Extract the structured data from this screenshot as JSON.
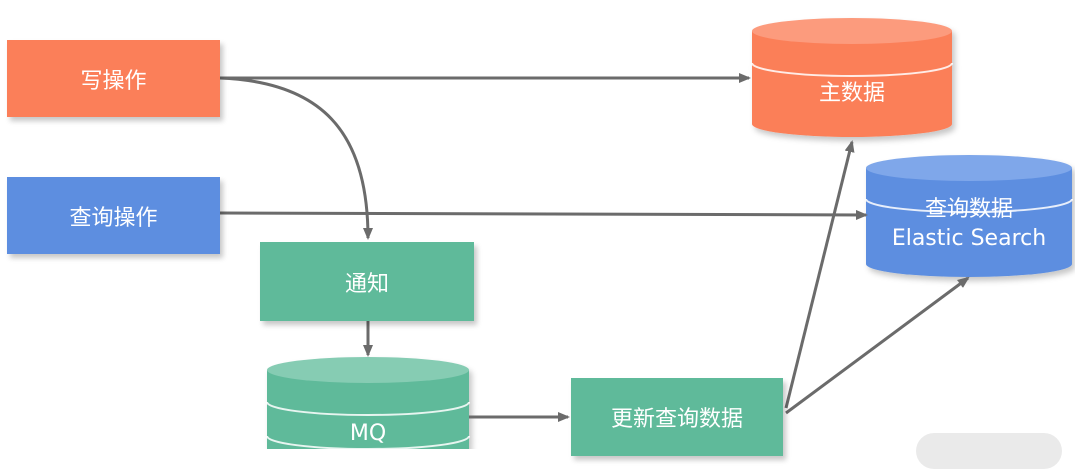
{
  "nodes": {
    "write_op": "写操作",
    "query_op": "查询操作",
    "notify": "通知",
    "mq": "MQ",
    "update_query": "更新查询数据",
    "main_db": "主数据",
    "query_db_line1": "查询数据",
    "query_db_line2": "Elastic Search"
  },
  "colors": {
    "write": "#fb7f59",
    "query": "#5d8ee0",
    "async": "#5fba9a",
    "arrow": "#6b6b6b"
  }
}
